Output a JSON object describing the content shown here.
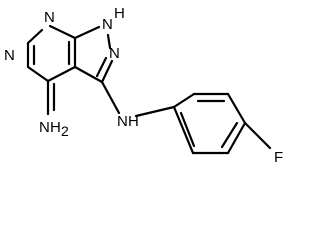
{
  "molecule": {
    "atoms": {
      "n_top": "N",
      "n_left": "N",
      "nh_top": "N",
      "h_top": "H",
      "n_right": "N",
      "nh2_n": "N",
      "nh2_h": "H",
      "nh2_sub": "2",
      "nh_link_n": "N",
      "nh_link_h": "H",
      "fluorine": "F"
    }
  }
}
